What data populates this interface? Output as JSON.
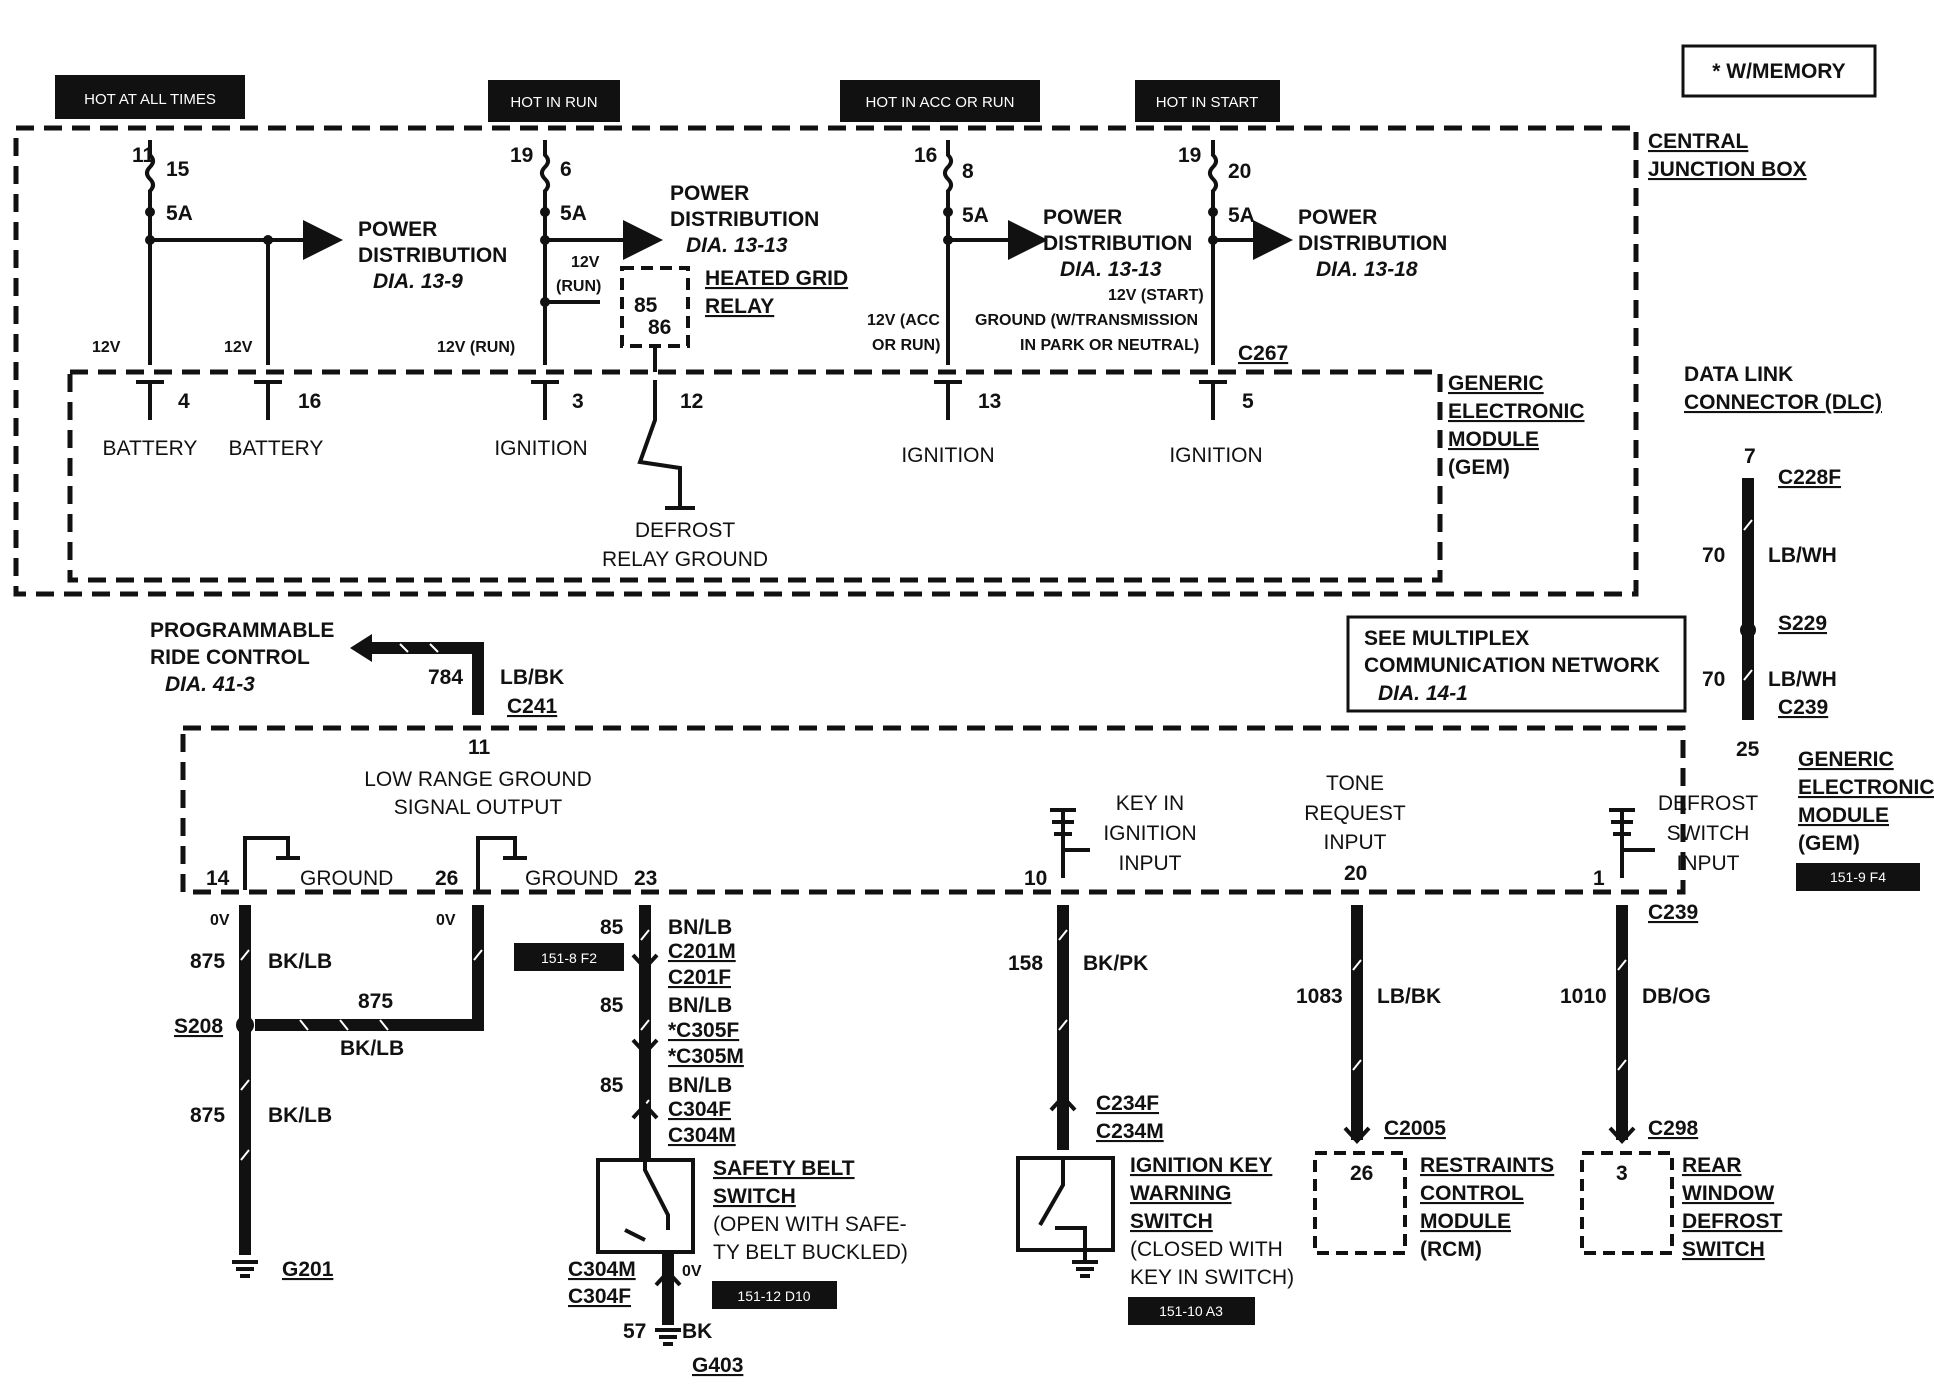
{
  "legend": "* W/MEMORY",
  "headers": {
    "hot_at_all_times": "HOT AT ALL TIMES",
    "hot_in_run": "HOT IN RUN",
    "hot_in_acc_or_run": "HOT IN ACC OR RUN",
    "hot_in_start": "HOT IN START"
  },
  "cjb": {
    "line1": "CENTRAL",
    "line2": "JUNCTION BOX"
  },
  "fuses": [
    {
      "circuit": "11",
      "fuse": "15",
      "amps": "5A",
      "volt": "12V"
    },
    {
      "circuit": "19",
      "fuse": "6",
      "amps": "5A",
      "volt": "12V (RUN)"
    },
    {
      "circuit": "16",
      "fuse": "8",
      "amps": "5A",
      "volt": "12V (ACC",
      "volt2": "OR RUN)"
    },
    {
      "circuit": "19",
      "fuse": "20",
      "amps": "5A",
      "volt": "12V (START)"
    }
  ],
  "volt_second": "12V",
  "power_dist": [
    {
      "l1": "POWER",
      "l2": "DISTRIBUTION",
      "dia": "DIA.  13-9"
    },
    {
      "l1": "POWER",
      "l2": "DISTRIBUTION",
      "dia": "DIA.  13-13"
    },
    {
      "l1": "POWER",
      "l2": "DISTRIBUTION",
      "dia": "DIA.  13-13"
    },
    {
      "l1": "POWER",
      "l2": "DISTRIBUTION",
      "dia": "DIA.  13-18"
    }
  ],
  "relay": {
    "l1": "HEATED GRID",
    "l2": "RELAY",
    "p85": "85",
    "p86": "86",
    "run_l1": "12V",
    "run_l2": "(RUN)"
  },
  "ground_trans": {
    "l1": "GROUND (W/TRANSMISSION",
    "l2": "IN PARK OR NEUTRAL)"
  },
  "c267": "C267",
  "gem_top": {
    "l1": "GENERIC",
    "l2": "ELECTRONIC",
    "l3": "MODULE",
    "l4": "(GEM)"
  },
  "gem_pins": [
    {
      "pin": "4",
      "label": "BATTERY"
    },
    {
      "pin": "16",
      "label": "BATTERY"
    },
    {
      "pin": "3",
      "label": "IGNITION"
    },
    {
      "pin": "12",
      "label": ""
    },
    {
      "pin": "13",
      "label": "IGNITION"
    },
    {
      "pin": "5",
      "label": "IGNITION"
    }
  ],
  "defrost_ground": {
    "l1": "DEFROST",
    "l2": "RELAY GROUND"
  },
  "dlc": {
    "l1": "DATA LINK",
    "l2": "CONNECTOR (DLC)",
    "pin": "7",
    "c228f": "C228F",
    "wire1": "70",
    "color1": "LB/WH",
    "splice": "S229",
    "wire2": "70",
    "color2": "LB/WH",
    "c239": "C239"
  },
  "multiplex": {
    "l1": "SEE MULTIPLEX",
    "l2": "COMMUNICATION NETWORK",
    "dia": "DIA.  14-1"
  },
  "prc": {
    "l1": "PROGRAMMABLE",
    "l2": "RIDE CONTROL",
    "dia": "DIA.  41-3",
    "wire": "784",
    "color": "LB/BK",
    "conn": "C241",
    "pin": "11"
  },
  "gem_bottom": {
    "l1": "GENERIC",
    "l2": "ELECTRONIC",
    "l3": "MODULE",
    "l4": "(GEM)",
    "tag": "151-9  F4",
    "pin25": "25",
    "low_range_l1": "LOW RANGE GROUND",
    "low_range_l2": "SIGNAL OUTPUT",
    "pin14": "14",
    "pin26": "26",
    "ground": "GROUND",
    "pin23": "23",
    "key_l1": "KEY IN",
    "key_l2": "IGNITION",
    "key_l3": "INPUT",
    "pin10": "10",
    "tone_l1": "TONE",
    "tone_l2": "REQUEST",
    "tone_l3": "INPUT",
    "pin20": "20",
    "defrost_l1": "DEFROST",
    "defrost_l2": "SWITCH",
    "defrost_l3": "INPUT",
    "pin1": "1"
  },
  "left_circuit": {
    "ov1": "0V",
    "ov2": "0V",
    "wire": "875",
    "color": "BK/LB",
    "wire_b": "875",
    "color_b": "BK/LB",
    "splice": "S208",
    "wire_c": "875",
    "color_c": "BK/LB",
    "ground": "G201"
  },
  "belt_circuit": {
    "w1": "85",
    "c1": "BN/LB",
    "conn1": "C201M",
    "conn2": "C201F",
    "tag": "151-8  F2",
    "w2": "85",
    "c2": "BN/LB",
    "conn3": "*C305F",
    "conn4": "*C305M",
    "w3": "85",
    "c3": "BN/LB",
    "conn5": "C304F",
    "conn6": "C304M",
    "sw_l1": "SAFETY BELT",
    "sw_l2": "SWITCH",
    "sw_l3": "(OPEN WITH SAFE-",
    "sw_l4": "TY BELT BUCKLED)",
    "conn7": "C304M",
    "conn8": "C304F",
    "ov": "0V",
    "tag2": "151-12  D10",
    "w4": "57",
    "c4": "BK",
    "ground": "G403"
  },
  "key_circuit": {
    "wire": "158",
    "color": "BK/PK",
    "conn1": "C234F",
    "conn2": "C234M",
    "sw_l1": "IGNITION KEY",
    "sw_l2": "WARNING",
    "sw_l3": "SWITCH",
    "sw_l4": "(CLOSED WITH",
    "sw_l5": "KEY IN SWITCH)",
    "tag": "151-10  A3"
  },
  "tone_circuit": {
    "wire": "1083",
    "color": "LB/BK",
    "conn": "C2005",
    "pin": "26",
    "m1": "RESTRAINTS",
    "m2": "CONTROL",
    "m3": "MODULE",
    "m4": "(RCM)"
  },
  "defrost_circuit": {
    "conn_top": "C239",
    "wire": "1010",
    "color": "DB/OG",
    "conn": "C298",
    "pin": "3",
    "m1": "REAR",
    "m2": "WINDOW",
    "m3": "DEFROST",
    "m4": "SWITCH"
  }
}
